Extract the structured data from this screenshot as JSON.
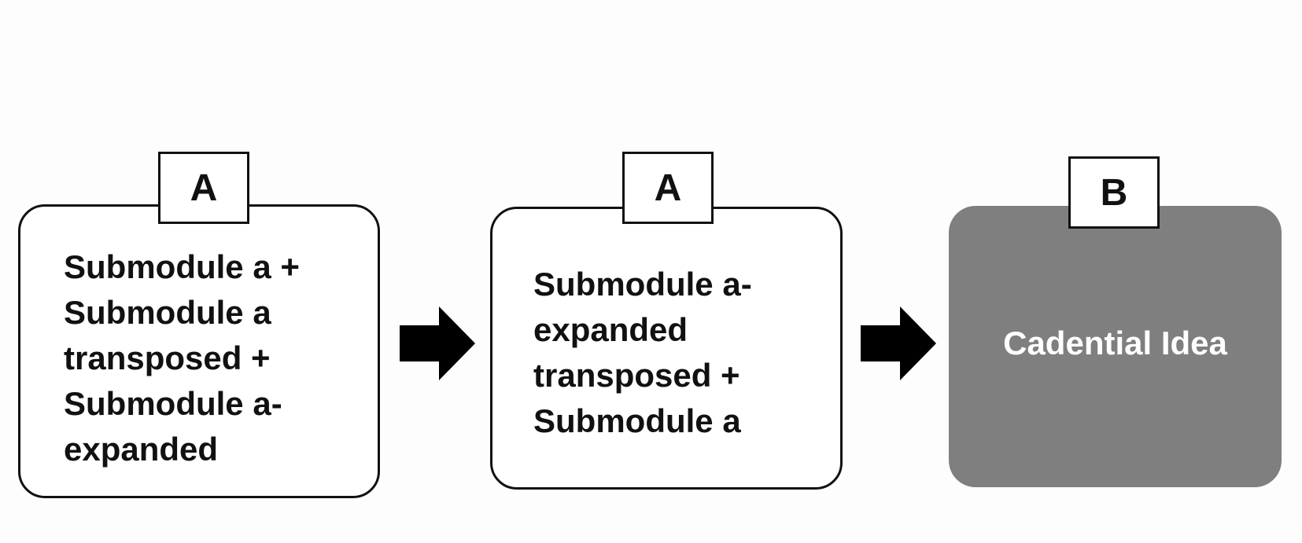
{
  "modules": [
    {
      "label": "A",
      "text": "Submodule a +\nSubmodule a\ntransposed +\nSubmodule a-\nexpanded"
    },
    {
      "label": "A",
      "text": "Submodule a-\nexpanded\ntransposed +\nSubmodule a"
    },
    {
      "label": "B",
      "text": "Cadential Idea"
    }
  ],
  "colors": {
    "module_fill": "#ffffff",
    "dark_module_fill": "#7f7f7f",
    "outline": "#111111",
    "arrow": "#000000"
  },
  "icons": [
    "right-arrow-icon",
    "right-arrow-icon"
  ]
}
